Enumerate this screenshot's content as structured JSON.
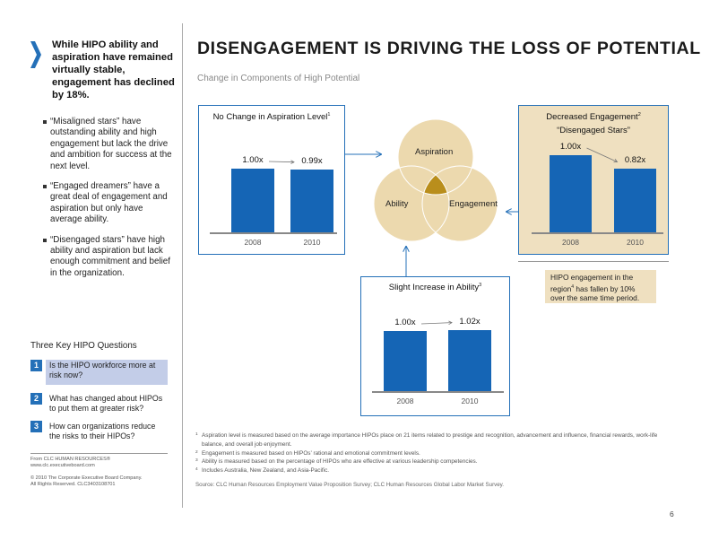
{
  "left": {
    "headline": "While HIPO ability and aspiration have remained virtually stable, engagement has declined by 18%.",
    "bullets": [
      "“Misaligned stars” have outstanding ability and high engagement but lack the drive and ambition for success at the next level.",
      "“Engaged dreamers” have a great deal of engagement and aspiration but only have average ability.",
      "“Disengaged stars” have high ability and aspiration but lack enough commitment and belief in the organization."
    ],
    "questions_title": "Three Key HIPO Questions",
    "questions": [
      {
        "num": "1",
        "text": "Is the HIPO workforce more at risk now?"
      },
      {
        "num": "2",
        "text": "What has changed about HIPOs to put them at greater risk?"
      },
      {
        "num": "3",
        "text": "How can organizations reduce the risks to their HIPOs?"
      }
    ],
    "source_from": "From CLC HUMAN RESOURCES®",
    "source_url": "www.clc.executiveboard.com",
    "copyright": "© 2010 The Corporate Executive Board Company.",
    "rights": "All Rights Reserved.  CLC3403108701"
  },
  "main": {
    "title": "DISENGAGEMENT IS DRIVING THE LOSS OF POTENTIAL",
    "subtitle": "Change in Components of High Potential",
    "note": "HIPO engagement in the region",
    "note_sup": "4",
    "note_rest": " has fallen by 10% over the same time period.",
    "venn": {
      "top": "Aspiration",
      "left": "Ability",
      "right": "Engagement",
      "colors": {
        "circle": "#ecd9ae",
        "center": "#b98e1c"
      }
    },
    "footnotes": [
      {
        "sup": "1",
        "text": "Aspiration level is measured based on the average importance HIPOs place on 21 items related to prestige and recognition, advancement and influence, financial rewards, work-life balance, and overall job enjoyment."
      },
      {
        "sup": "2",
        "text": "Engagement is measured based on HIPOs’ rational and emotional commitment levels."
      },
      {
        "sup": "3",
        "text": "Ability is measured based on the percentage of HIPOs who are effective at various leadership competencies."
      },
      {
        "sup": "4",
        "text": "Includes Australia, New Zealand, and Asia-Pacific."
      }
    ],
    "source": "Source: CLC Human Resources Employment Value Proposition Survey; CLC Human Resources Global Labor Market Survey.",
    "page_number": "6",
    "colors": {
      "bar": "#1565b5",
      "accent": "#2470b8",
      "beige": "#efe0c0"
    }
  },
  "chart_data": [
    {
      "type": "bar",
      "title": "No Change in Aspiration Level",
      "title_sup": "1",
      "categories": [
        "2008",
        "2010"
      ],
      "values": [
        1.0,
        0.99
      ],
      "labels": [
        "1.00x",
        "0.99x"
      ]
    },
    {
      "type": "bar",
      "title": "Decreased Engagement",
      "title_sup": "2",
      "subtitle": "“Disengaged Stars”",
      "categories": [
        "2008",
        "2010"
      ],
      "values": [
        1.0,
        0.82
      ],
      "labels": [
        "1.00x",
        "0.82x"
      ]
    },
    {
      "type": "bar",
      "title": "Slight Increase in Ability",
      "title_sup": "3",
      "categories": [
        "2008",
        "2010"
      ],
      "values": [
        1.0,
        1.02
      ],
      "labels": [
        "1.00x",
        "1.02x"
      ]
    }
  ]
}
